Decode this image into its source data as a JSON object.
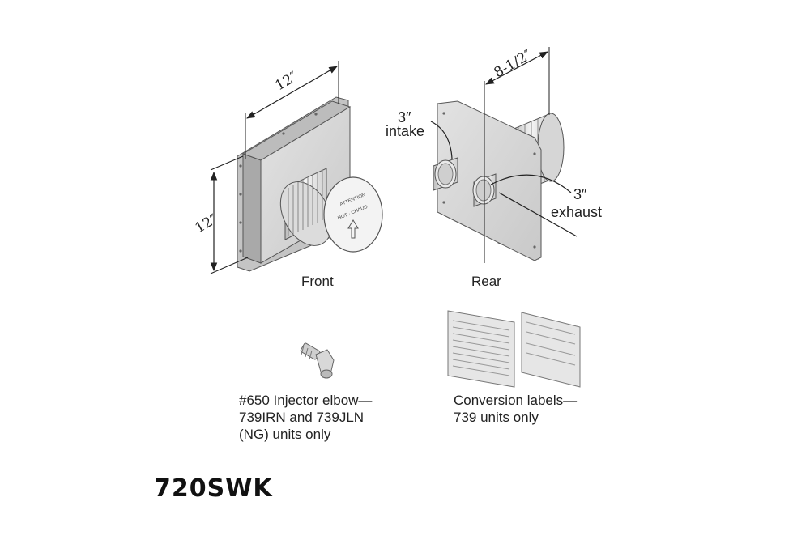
{
  "dimensions": {
    "front_width": "12″",
    "front_height": "12″",
    "rear_depth": "8-1/2″"
  },
  "callouts": {
    "intake_size": "3″",
    "intake_label": "intake",
    "exhaust_size": "3″",
    "exhaust_label": "exhaust"
  },
  "vent_cap_text": {
    "line1": "ATTENTION",
    "line2": "HOT · CHAUD"
  },
  "views": {
    "front": "Front",
    "rear": "Rear"
  },
  "parts": {
    "elbow_line1": "#650 Injector elbow—",
    "elbow_line2": "739IRN and 739JLN",
    "elbow_line3": "(NG) units only",
    "labels_line1": "Conversion labels—",
    "labels_line2": "739 units only"
  },
  "model_name": "720SWK",
  "colors": {
    "panel": "#d9d9d9",
    "panel_dark": "#b8b8b8",
    "panel_edge": "#9a9a9a",
    "metal_light": "#efefef",
    "line": "#222222"
  }
}
